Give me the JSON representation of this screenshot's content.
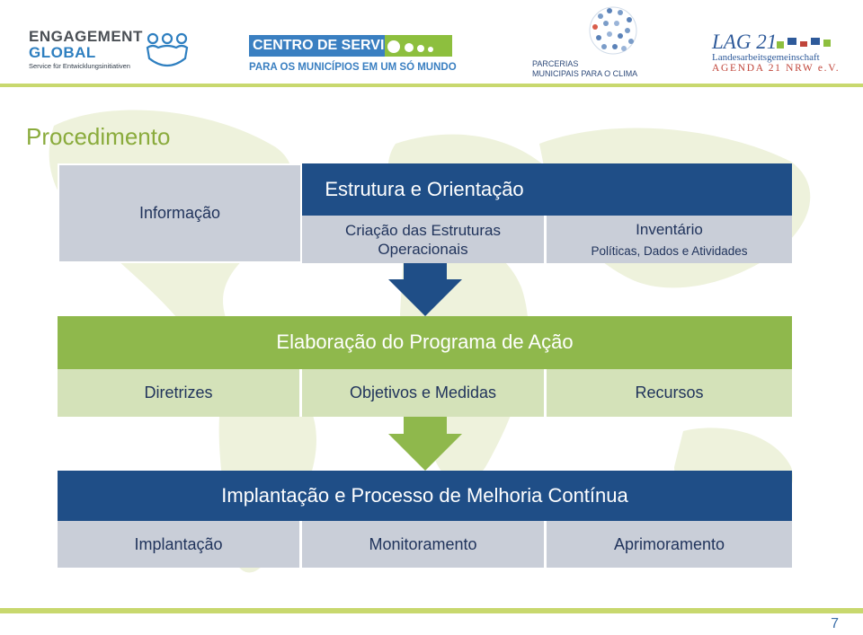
{
  "header": {
    "engagement": {
      "line1": "ENGAGEMENT",
      "line2": "GLOBAL",
      "line3": "Service für Entwicklungsinitiativen"
    },
    "centro": {
      "title": "CENTRO DE SERVIÇOS",
      "subtitle": "PARA OS MUNICÍPIOS EM UM SÓ MUNDO"
    },
    "parcerias": {
      "line1": "PARCERIAS",
      "line2": "MUNICIPAIS PARA O CLIMA"
    },
    "lag": {
      "title": "LAG 21",
      "subtitle": "Landesarbeitsgemeinschaft",
      "agenda": "AGENDA 21 NRW e.V."
    }
  },
  "slide": {
    "title": "Procedimento",
    "page_number": "7"
  },
  "block1": {
    "info": "Informação",
    "header": "Estrutura e Orientação",
    "cells": [
      {
        "label": "Criação das Estruturas Operacionais",
        "sub": ""
      },
      {
        "label": "Inventário",
        "sub": "Políticas, Dados e Atividades"
      }
    ]
  },
  "block2": {
    "header": "Elaboração do Programa de Ação",
    "cells": [
      "Diretrizes",
      "Objetivos e Medidas",
      "Recursos"
    ]
  },
  "block3": {
    "header": "Implantação e Processo de Melhoria Contínua",
    "cells": [
      "Implantação",
      "Monitoramento",
      "Aprimoramento"
    ]
  },
  "colors": {
    "blue": "#1f4e87",
    "green": "#8fb84c",
    "title_green": "#8aab3c",
    "rule": "#c8d86e"
  }
}
